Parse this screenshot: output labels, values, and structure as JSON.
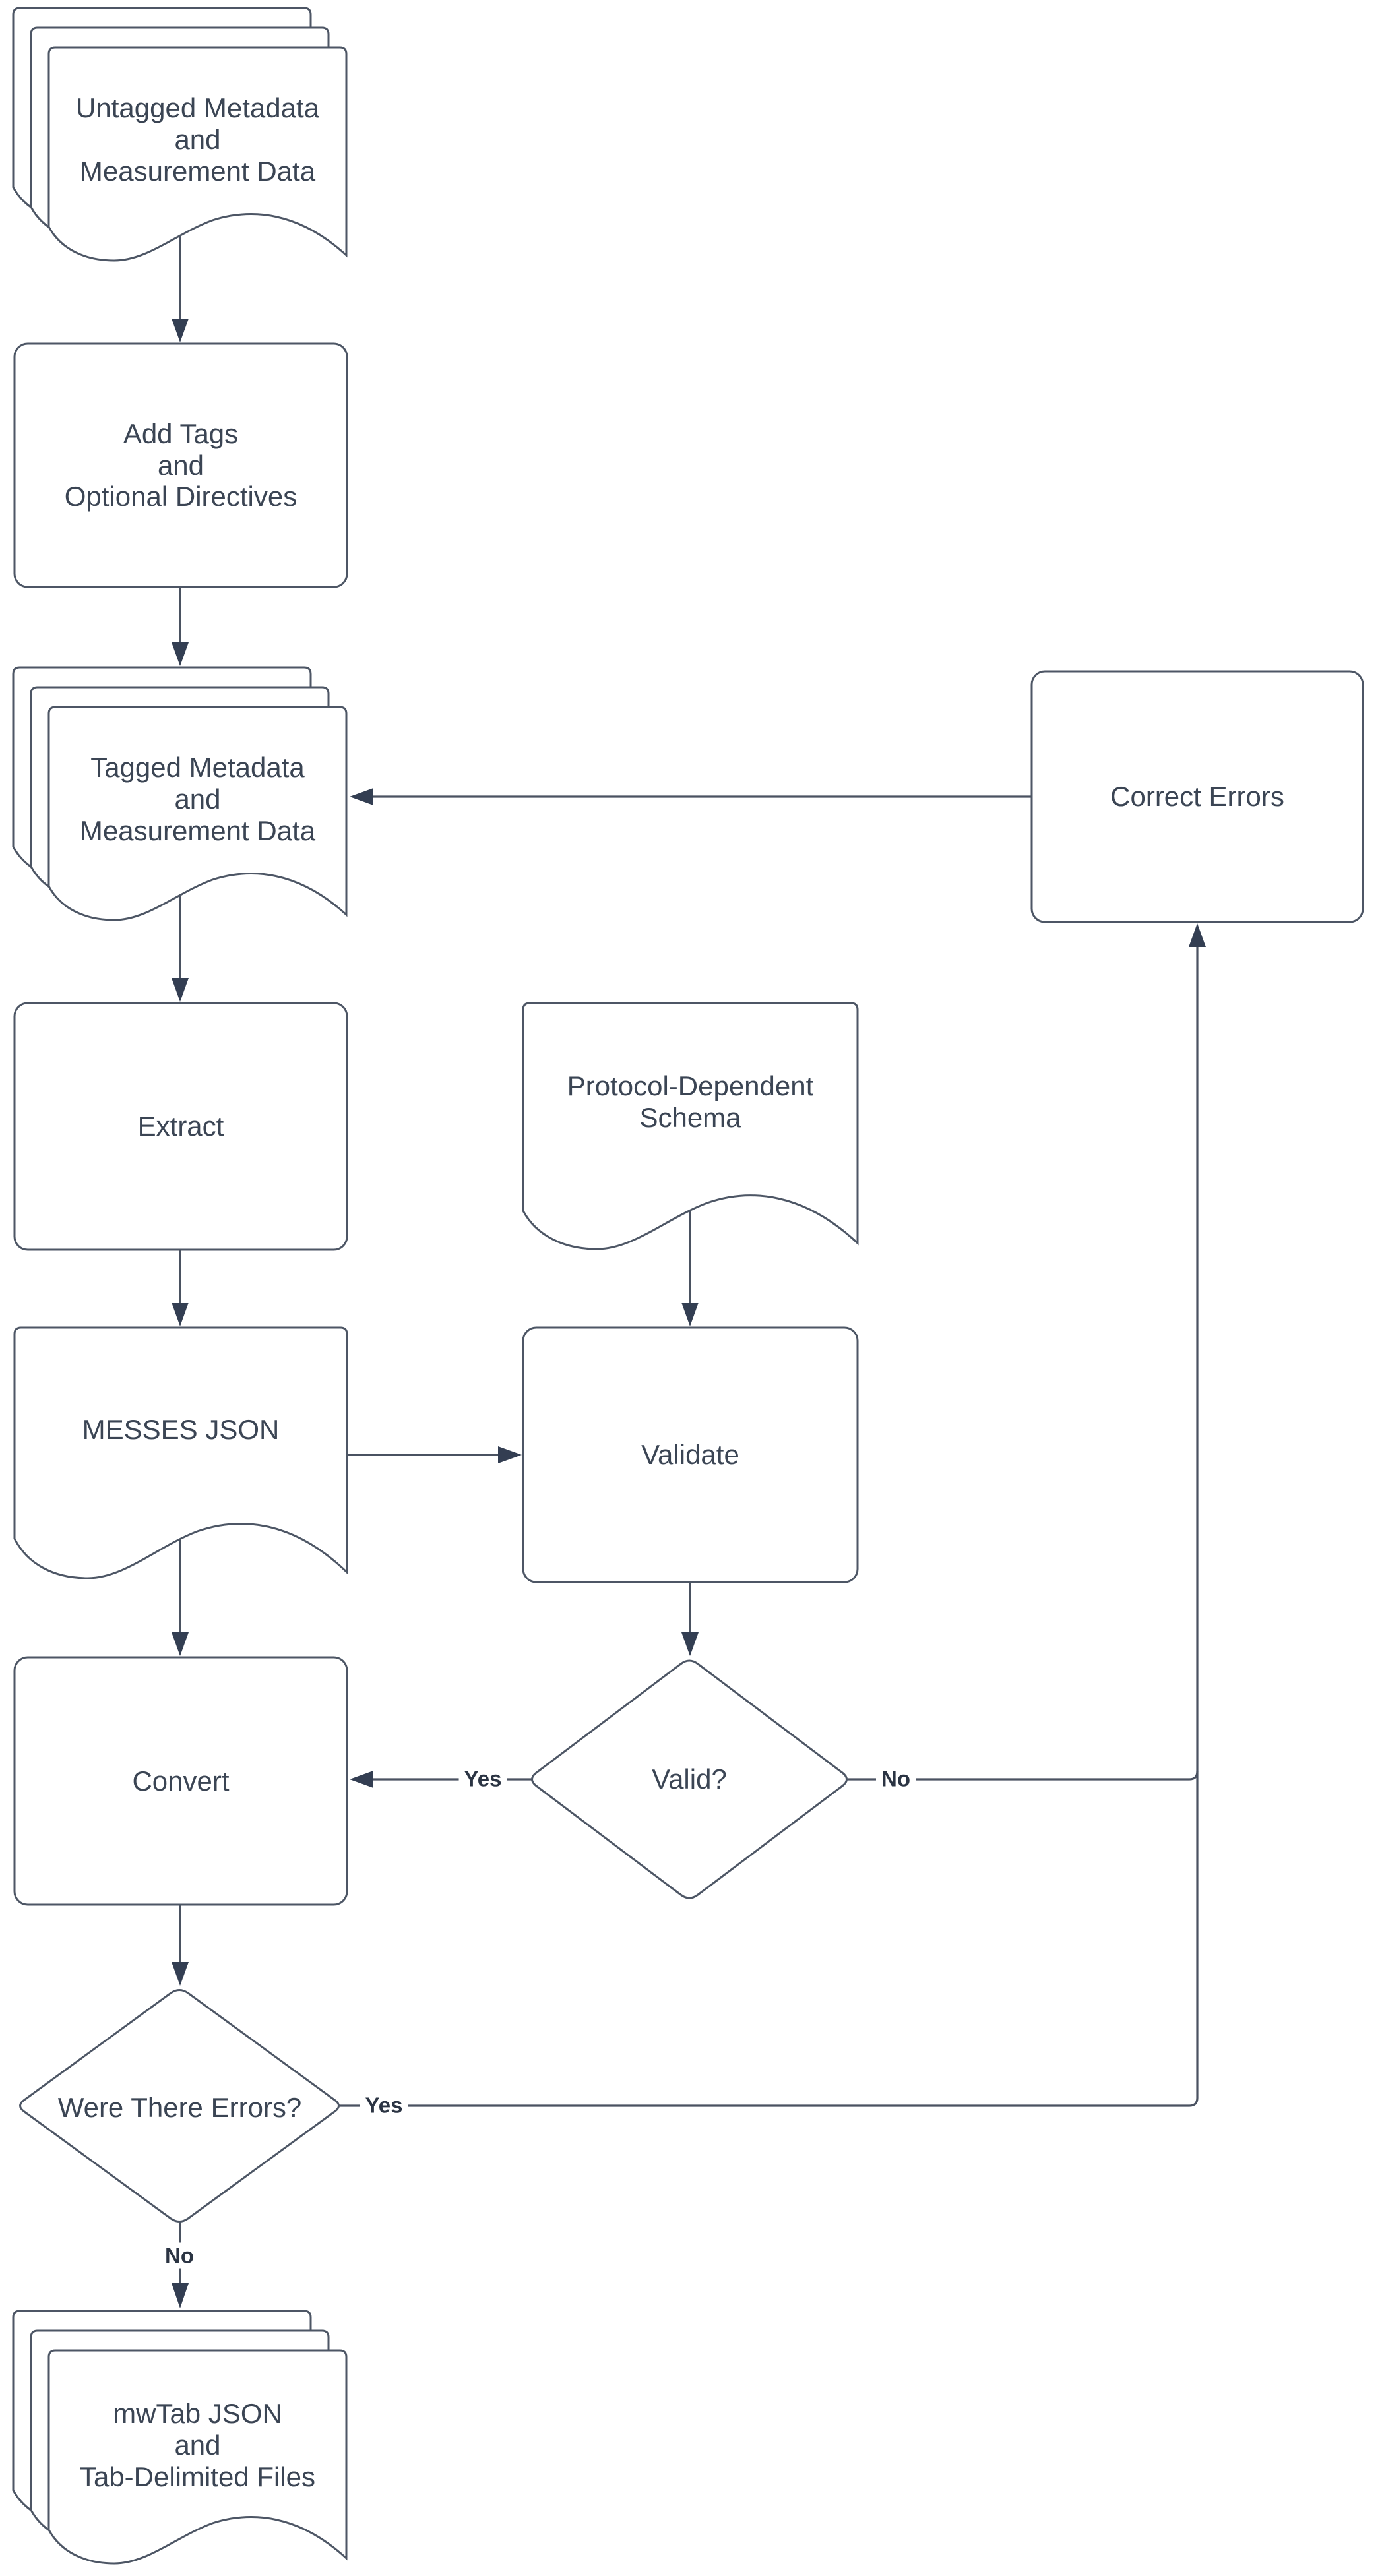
{
  "diagram": {
    "type": "flowchart",
    "nodes": {
      "untagged": {
        "label": "Untagged Metadata\nand\nMeasurement Data",
        "shape": "multi-document"
      },
      "add_tags": {
        "label": "Add Tags\nand\nOptional Directives",
        "shape": "process"
      },
      "tagged": {
        "label": "Tagged Metadata\nand\nMeasurement Data",
        "shape": "multi-document"
      },
      "correct_errors": {
        "label": "Correct Errors",
        "shape": "process"
      },
      "extract": {
        "label": "Extract",
        "shape": "process"
      },
      "schema": {
        "label": "Protocol-Dependent\nSchema",
        "shape": "document"
      },
      "messes_json": {
        "label": "MESSES JSON",
        "shape": "document"
      },
      "validate": {
        "label": "Validate",
        "shape": "process"
      },
      "valid": {
        "label": "Valid?",
        "shape": "decision"
      },
      "convert": {
        "label": "Convert",
        "shape": "process"
      },
      "were_there_errors": {
        "label": "Were There Errors?",
        "shape": "decision"
      },
      "mwtab": {
        "label": "mwTab JSON\nand\nTab-Delimited Files",
        "shape": "multi-document"
      }
    },
    "edge_labels": {
      "valid_yes": "Yes",
      "valid_no": "No",
      "errors_yes": "Yes",
      "errors_no": "No"
    },
    "edges": [
      {
        "from": "untagged",
        "to": "add_tags"
      },
      {
        "from": "add_tags",
        "to": "tagged"
      },
      {
        "from": "tagged",
        "to": "extract"
      },
      {
        "from": "extract",
        "to": "messes_json"
      },
      {
        "from": "schema",
        "to": "validate"
      },
      {
        "from": "messes_json",
        "to": "validate"
      },
      {
        "from": "messes_json",
        "to": "convert"
      },
      {
        "from": "validate",
        "to": "valid"
      },
      {
        "from": "valid",
        "to": "convert",
        "label": "Yes"
      },
      {
        "from": "valid",
        "to": "correct_errors",
        "label": "No"
      },
      {
        "from": "correct_errors",
        "to": "tagged"
      },
      {
        "from": "convert",
        "to": "were_there_errors"
      },
      {
        "from": "were_there_errors",
        "to": "correct_errors",
        "label": "Yes"
      },
      {
        "from": "were_there_errors",
        "to": "mwtab",
        "label": "No"
      }
    ],
    "colors": {
      "background": "#ffffff",
      "shape_fill": "#ffffff",
      "shape_stroke": "#4d5665",
      "edge_stroke": "#4a5261",
      "arrowhead": "#333e52",
      "node_text": "#3b4554",
      "edge_label_text": "#2b3443"
    }
  }
}
